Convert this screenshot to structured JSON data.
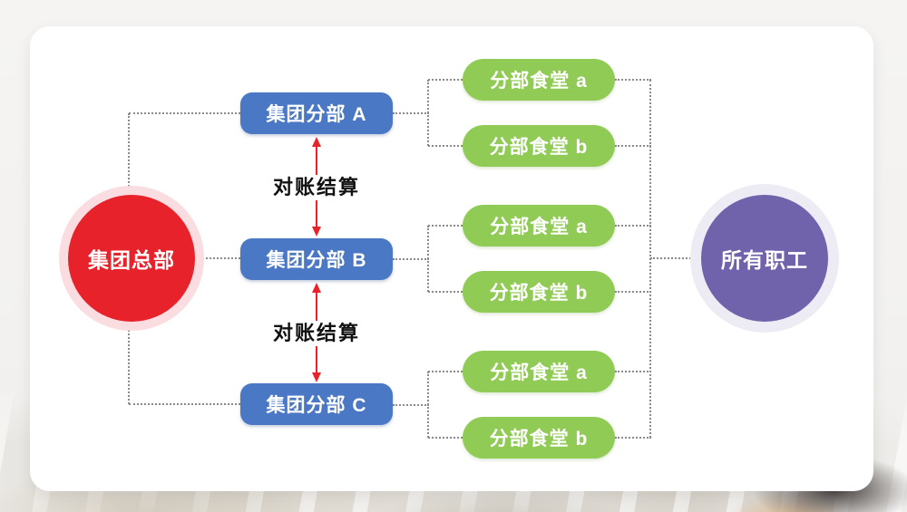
{
  "diagram": {
    "headquarters": {
      "label": "集团总部"
    },
    "employees": {
      "label": "所有职工"
    },
    "branches": [
      {
        "label": "集团分部 A",
        "canteens": [
          {
            "label": "分部食堂 a"
          },
          {
            "label": "分部食堂 b"
          }
        ]
      },
      {
        "label": "集团分部 B",
        "canteens": [
          {
            "label": "分部食堂 a"
          },
          {
            "label": "分部食堂 b"
          }
        ]
      },
      {
        "label": "集团分部 C",
        "canteens": [
          {
            "label": "分部食堂 a"
          },
          {
            "label": "分部食堂 b"
          }
        ]
      }
    ],
    "settlement_labels": [
      "对账结算",
      "对账结算"
    ],
    "colors": {
      "headquarters": "#e8222b",
      "headquarters_ring": "#fadde1",
      "branch": "#4a78c5",
      "canteen": "#90cb55",
      "employees": "#7162ac",
      "employees_ring": "#edecf5",
      "connector": "#8a8a8a",
      "arrow": "#e8232a",
      "settlement_text": "#111111"
    }
  }
}
